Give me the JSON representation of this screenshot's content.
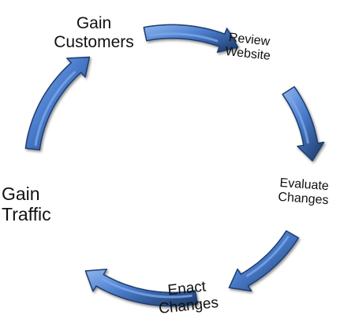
{
  "diagram": {
    "type": "cycle",
    "colors": {
      "arrow_fill": "#4a7ccc",
      "arrow_light": "#7aa7e8",
      "arrow_dark": "#1f3d6e",
      "text": "#111111"
    },
    "steps": [
      {
        "line1": "Gain",
        "line2": "Customers"
      },
      {
        "line1": "Review",
        "line2": "Website"
      },
      {
        "line1": "Evaluate",
        "line2": "Changes"
      },
      {
        "line1": "Enact",
        "line2": "Changes"
      },
      {
        "line1": "Gain",
        "line2": "Traffic"
      }
    ]
  }
}
